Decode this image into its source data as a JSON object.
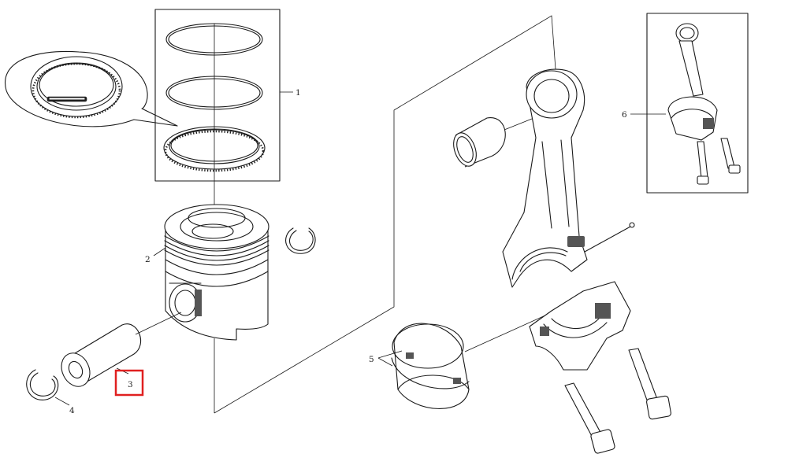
{
  "callouts": {
    "c1": "1",
    "c2": "2",
    "c3": "3",
    "c4": "4",
    "c5": "5",
    "c6": "6"
  },
  "highlight": {
    "callout": "3",
    "color": "#e02020"
  },
  "parts": [
    {
      "callout": "1",
      "icon": "piston-ring-set-icon"
    },
    {
      "callout": "2",
      "icon": "piston-icon"
    },
    {
      "callout": "3",
      "icon": "piston-pin-icon"
    },
    {
      "callout": "4",
      "icon": "snap-ring-icon"
    },
    {
      "callout": "5",
      "icon": "bearing-shell-icon"
    },
    {
      "callout": "6",
      "icon": "connecting-rod-assembly-icon"
    }
  ]
}
